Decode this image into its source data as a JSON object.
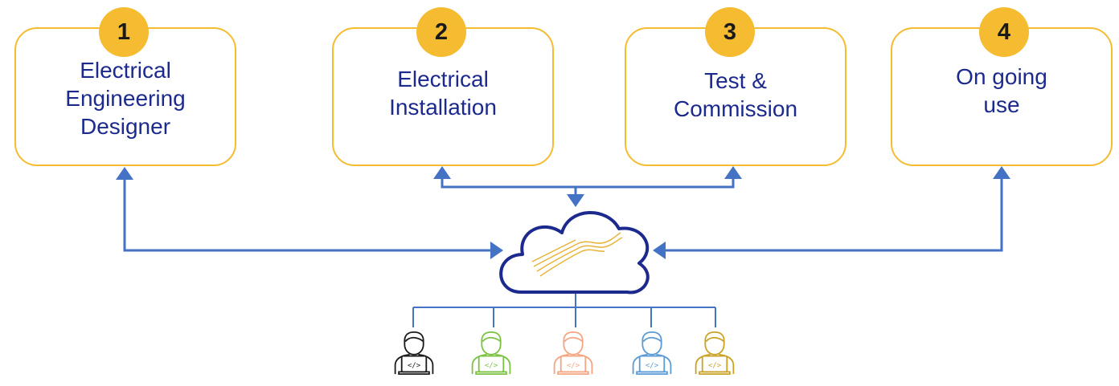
{
  "steps": [
    {
      "number": "1",
      "label_lines": [
        "Electrical",
        "Engineering",
        "Designer"
      ]
    },
    {
      "number": "2",
      "label_lines": [
        "Electrical",
        "Installation"
      ]
    },
    {
      "number": "3",
      "label_lines": [
        "Test &",
        "Commission"
      ]
    },
    {
      "number": "4",
      "label_lines": [
        "On going",
        "use"
      ]
    }
  ],
  "colors": {
    "box_border": "#F5BC32",
    "badge_fill": "#F5BC32",
    "label_text": "#1C2A8E",
    "connector": "#4472C4",
    "cloud_outline": "#1C2A8E",
    "cloud_lines": "#E8B336"
  },
  "users": [
    {
      "icon": "developer-laptop-icon",
      "color": "#1a1a1a"
    },
    {
      "icon": "developer-laptop-icon",
      "color": "#7CC242"
    },
    {
      "icon": "developer-laptop-icon",
      "color": "#F4A582"
    },
    {
      "icon": "developer-laptop-icon",
      "color": "#5B9BD5"
    },
    {
      "icon": "developer-laptop-icon",
      "color": "#C9A227"
    }
  ],
  "cloud": {
    "icon": "cloud-icon"
  }
}
